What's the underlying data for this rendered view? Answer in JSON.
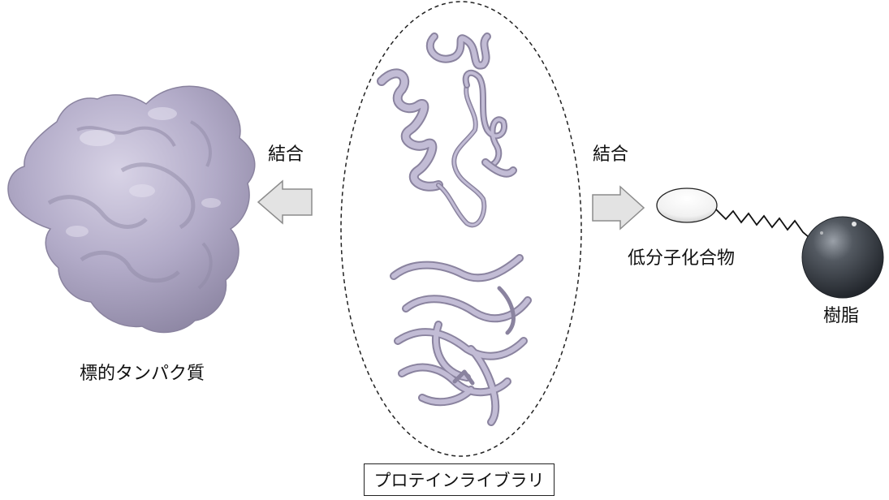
{
  "labels": {
    "target_protein": "標的タンパク質",
    "binding_left": "結合",
    "binding_right": "結合",
    "small_molecule": "低分子化合物",
    "resin": "樹脂",
    "protein_library": "プロテインライブラリ"
  },
  "colors": {
    "protein": "#b4aec9",
    "protein_shadow": "#8a839f",
    "arrow_fill": "#e3e3e3",
    "arrow_stroke": "#8c8c8c",
    "resin_bead": "#3d4249",
    "library_outline": "#222222"
  },
  "icons": {
    "target_protein": "protein-surface-blob",
    "library_protein_1": "ribbon-helix-structure",
    "library_protein_2": "ribbon-sheet-structure",
    "small_molecule": "ellipse",
    "linker": "zigzag-linker",
    "resin": "sphere-bead"
  }
}
